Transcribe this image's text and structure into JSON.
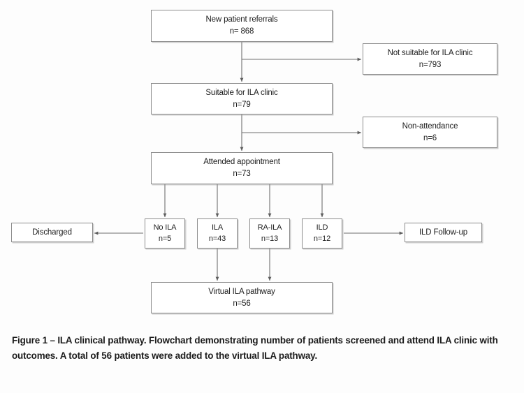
{
  "figure": {
    "caption": "Figure 1 – ILA clinical pathway. Flowchart demonstrating number of patients screened and attend ILA clinic with outcomes. A total of 56 patients were added to the virtual ILA pathway."
  },
  "chart_data": {
    "type": "diagram",
    "title": "ILA clinical pathway",
    "nodes": [
      {
        "id": "referrals",
        "label": "New patient referrals",
        "count": "n= 868"
      },
      {
        "id": "not_suitable",
        "label": "Not suitable for ILA clinic",
        "count": "n=793"
      },
      {
        "id": "suitable",
        "label": "Suitable for ILA clinic",
        "count": "n=79"
      },
      {
        "id": "non_attendance",
        "label": "Non-attendance",
        "count": "n=6"
      },
      {
        "id": "attended",
        "label": "Attended appointment",
        "count": "n=73"
      },
      {
        "id": "no_ila",
        "label": "No ILA",
        "count": "n=5"
      },
      {
        "id": "ila",
        "label": "ILA",
        "count": "n=43"
      },
      {
        "id": "ra_ila",
        "label": "RA-ILA",
        "count": "n=13"
      },
      {
        "id": "ild",
        "label": "ILD",
        "count": "n=12"
      },
      {
        "id": "discharged",
        "label": "Discharged",
        "count": ""
      },
      {
        "id": "ild_followup",
        "label": "ILD Follow-up",
        "count": ""
      },
      {
        "id": "virtual",
        "label": "Virtual ILA pathway",
        "count": "n=56"
      }
    ],
    "edges": [
      {
        "from": "referrals",
        "to": "not_suitable"
      },
      {
        "from": "referrals",
        "to": "suitable"
      },
      {
        "from": "suitable",
        "to": "non_attendance"
      },
      {
        "from": "suitable",
        "to": "attended"
      },
      {
        "from": "attended",
        "to": "no_ila"
      },
      {
        "from": "attended",
        "to": "ila"
      },
      {
        "from": "attended",
        "to": "ra_ila"
      },
      {
        "from": "attended",
        "to": "ild"
      },
      {
        "from": "no_ila",
        "to": "discharged"
      },
      {
        "from": "ild",
        "to": "ild_followup"
      },
      {
        "from": "ila",
        "to": "virtual"
      },
      {
        "from": "ra_ila",
        "to": "virtual"
      }
    ],
    "colors": {
      "box_border": "#8d8d8d",
      "box_fill": "#ffffff",
      "connector": "#6f6f6f",
      "text": "#202020",
      "background": "#fdfdfd"
    }
  },
  "nodes": {
    "referrals": {
      "label": "New patient referrals",
      "count": "n= 868"
    },
    "not_suitable": {
      "label": "Not suitable for ILA clinic",
      "count": "n=793"
    },
    "suitable": {
      "label": "Suitable for ILA clinic",
      "count": "n=79"
    },
    "non_attendance": {
      "label": "Non-attendance",
      "count": "n=6"
    },
    "attended": {
      "label": "Attended appointment",
      "count": "n=73"
    },
    "no_ila": {
      "label": "No ILA",
      "count": "n=5"
    },
    "ila": {
      "label": "ILA",
      "count": "n=43"
    },
    "ra_ila": {
      "label": "RA-ILA",
      "count": "n=13"
    },
    "ild": {
      "label": "ILD",
      "count": "n=12"
    },
    "discharged": {
      "label": "Discharged"
    },
    "ild_followup": {
      "label": "ILD Follow-up"
    },
    "virtual": {
      "label": "Virtual ILA pathway",
      "count": "n=56"
    }
  }
}
